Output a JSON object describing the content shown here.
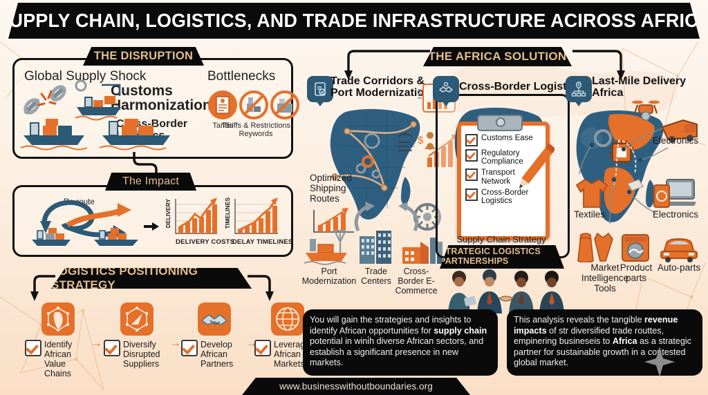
{
  "title": "SUPPLY CHAIN, LOGISTICS, AND TRADE INFRASTRUCTURE ACIROSS AFRICA",
  "footer": {
    "url": "www.businesswithoutboundaries.org"
  },
  "colors": {
    "accent_orange": "#e4702a",
    "deep_blue": "#2c5975",
    "banner_black": "#0a0a0a",
    "banner_text": "#e3bd8e",
    "bg_top": "#fdf7f1",
    "bg_bottom": "#fadfc6"
  },
  "disruption": {
    "banner": "THE DISRUPTION",
    "left_heading": "Global Supply Shock",
    "right_heading": "Bottlenecks",
    "big_label": "Customs Harmonization",
    "sub_label": "Cross-Border Logistics",
    "bottleneck_items": [
      {
        "label": "Tariffs",
        "icon": "document-tariff-icon"
      },
      {
        "label": "Tariffs & Restrictions Reywords",
        "icon": "no-entry-containers-icon"
      },
      {
        "label": "",
        "icon": "no-entry-cargo-icon"
      }
    ]
  },
  "impact": {
    "banner": "The Impact",
    "reroute_label": "Re-route",
    "charts": [
      {
        "axis_label": "DELIVERY",
        "caption": "DELIVERY COSTS"
      },
      {
        "axis_label": "TIMELINES",
        "caption": "DELAY TIMELINES"
      }
    ]
  },
  "strategy": {
    "banner": "LOGISTICS POSITIONING STRATEGY",
    "steps": [
      {
        "label": "Identify African Value Chains",
        "icon": "africa-network-icon"
      },
      {
        "label": "Diversify Disrupted Suppliers",
        "icon": "compass-network-icon"
      },
      {
        "label": "Develop African Partners",
        "icon": "handshake-icon"
      },
      {
        "label": "Leverage African Markets",
        "icon": "globe-icon"
      }
    ],
    "arrow": "→"
  },
  "solution": {
    "banner": "THE AFRICA SOLUTION",
    "columns": [
      {
        "pin_icon": "clipboard-check-icon",
        "title": "Trade Corridors & Port Modernization",
        "side_label": "Optimized Shipping Routes",
        "captions": [
          "Port Modernization",
          "Trade Centers",
          "Cross-Border E-Commerce"
        ]
      },
      {
        "pin_icon": "handshake-icon",
        "title": "Cross-Border Logist",
        "checklist": [
          "Customs Ease",
          "Regulatory Compliance",
          "Transport Network",
          "Cross-Border Logistics"
        ],
        "caption": "Supply Chain Strategy"
      },
      {
        "pin_icon": "distribution-network-icon",
        "title": "Last-Mile Delivery Africa",
        "captions": [
          "Electronics",
          "Textiles",
          "Electronics",
          "Market Intelligence Tools",
          "Product parts",
          "Auto-parts"
        ]
      }
    ],
    "partnership_banner": "STRATEGIC LOGISTICS PARTNERSHIPS"
  },
  "conclusions": {
    "left": {
      "part1": "You will gain the strategies and insights to identify African opportunities for ",
      "bold1": "supply chain",
      "part2": " potential in wini̇h diverse African sectors, and establish a significant presence in new markets."
    },
    "right": {
      "part1": "This analysis reveals the tangible ",
      "bold1": "revenue impacts",
      "part2": " of str diversified trade routtes, empinering busineseis to ",
      "bold2": "Africa",
      "part3": " as a strategic partner for sustainable growth in a contested global market."
    }
  }
}
